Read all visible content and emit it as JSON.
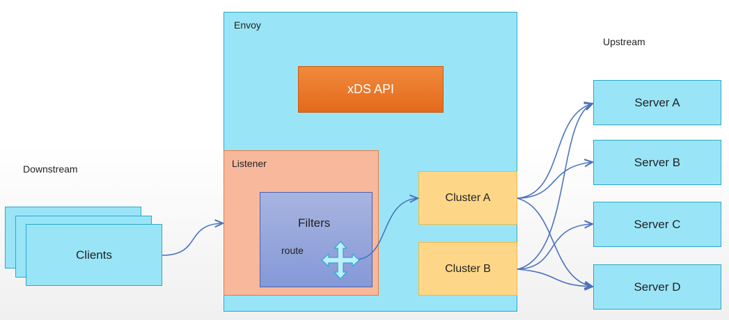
{
  "labels": {
    "downstream": "Downstream",
    "upstream": "Upstream",
    "envoy": "Envoy",
    "listener": "Listener",
    "filters": "Filters",
    "route": "route"
  },
  "xds_api": "xDS API",
  "clients": "Clients",
  "clusters": [
    "Cluster A",
    "Cluster B"
  ],
  "servers": [
    "Server A",
    "Server B",
    "Server C",
    "Server D"
  ],
  "colors": {
    "envoy": "#99e5f7",
    "xds": "#e97a2a",
    "listener": "#f7b89c",
    "filters": "#95a6dc",
    "cluster": "#fdd787",
    "arrow": "#4a72c0"
  }
}
